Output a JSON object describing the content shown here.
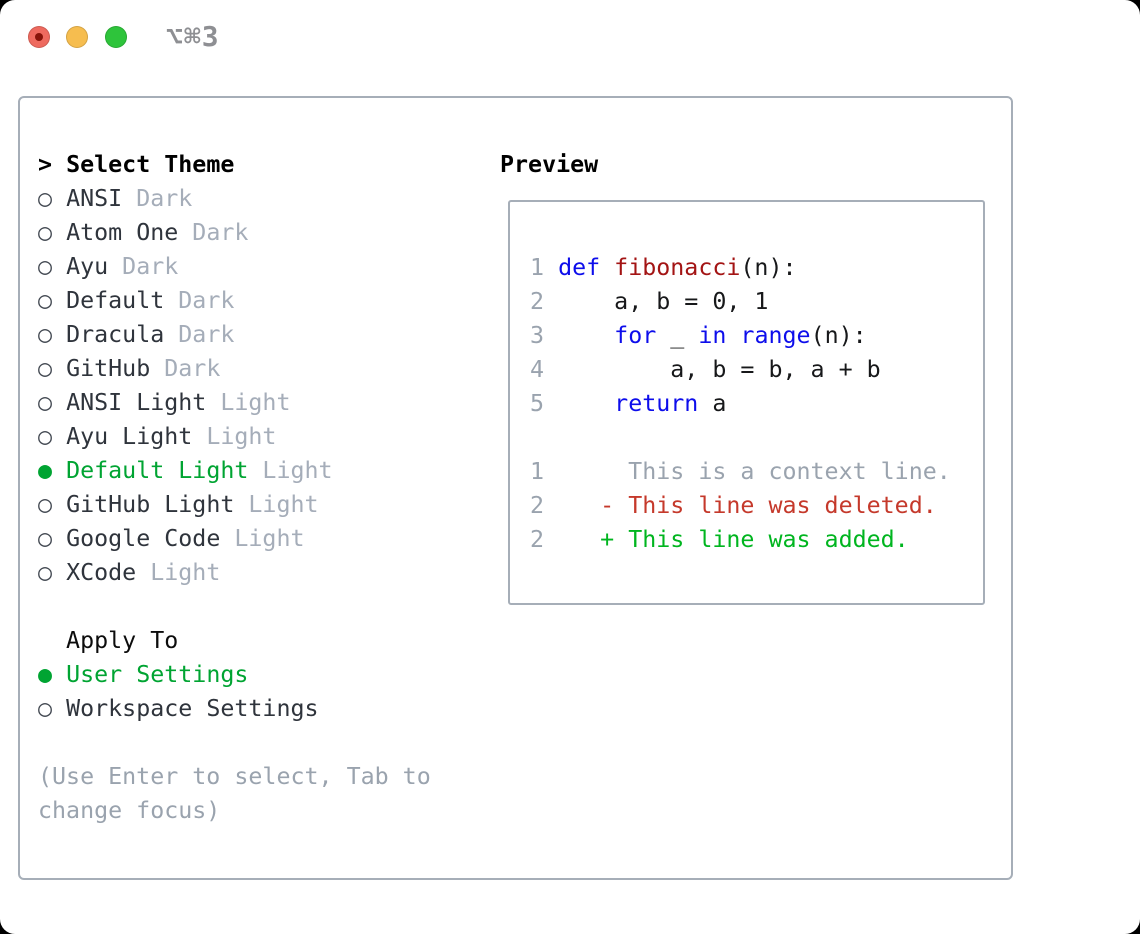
{
  "window": {
    "title": "⌥⌘3",
    "traffic_lights": {
      "close_color": "#ee6a5f",
      "close_dot_color": "#87140a",
      "minimize_color": "#f6bd4f",
      "zoom_color": "#2ec43b"
    }
  },
  "icons": {
    "cursor": ">",
    "radio_unselected": "○",
    "radio_selected": "●"
  },
  "theme_selector": {
    "header_label": "Select Theme",
    "items": [
      {
        "name": "ANSI",
        "tag": "Dark",
        "selected": false
      },
      {
        "name": "Atom One",
        "tag": "Dark",
        "selected": false
      },
      {
        "name": "Ayu",
        "tag": "Dark",
        "selected": false
      },
      {
        "name": "Default",
        "tag": "Dark",
        "selected": false
      },
      {
        "name": "Dracula",
        "tag": "Dark",
        "selected": false
      },
      {
        "name": "GitHub",
        "tag": "Dark",
        "selected": false
      },
      {
        "name": "ANSI Light",
        "tag": "Light",
        "selected": false
      },
      {
        "name": "Ayu Light",
        "tag": "Light",
        "selected": false
      },
      {
        "name": "Default Light",
        "tag": "Light",
        "selected": true
      },
      {
        "name": "GitHub Light",
        "tag": "Light",
        "selected": false
      },
      {
        "name": "Google Code",
        "tag": "Light",
        "selected": false
      },
      {
        "name": "XCode",
        "tag": "Light",
        "selected": false
      }
    ]
  },
  "apply_to": {
    "header_label": "Apply To",
    "options": [
      {
        "name": "User Settings",
        "selected": true
      },
      {
        "name": "Workspace Settings",
        "selected": false
      }
    ]
  },
  "hint": {
    "line1": "(Use Enter to select, Tab to",
    "line2": "change focus)"
  },
  "preview": {
    "title": "Preview",
    "lines": [
      {
        "segs": [
          [
            "num",
            "1 "
          ],
          [
            "kw",
            "def"
          ],
          [
            "pl",
            " "
          ],
          [
            "fn",
            "fibonacci"
          ],
          [
            "pl",
            "(n):"
          ]
        ]
      },
      {
        "segs": [
          [
            "num",
            "2 "
          ],
          [
            "pl",
            "    a, b = 0, 1"
          ]
        ]
      },
      {
        "segs": [
          [
            "num",
            "3 "
          ],
          [
            "pl",
            "    "
          ],
          [
            "kw",
            "for"
          ],
          [
            "pl",
            " _ "
          ],
          [
            "kw",
            "in"
          ],
          [
            "pl",
            " "
          ],
          [
            "kw",
            "range"
          ],
          [
            "pl",
            "(n):"
          ]
        ]
      },
      {
        "segs": [
          [
            "num",
            "4 "
          ],
          [
            "pl",
            "        a, b = b, a + b"
          ]
        ]
      },
      {
        "segs": [
          [
            "num",
            "5 "
          ],
          [
            "pl",
            "    "
          ],
          [
            "kw",
            "return"
          ],
          [
            "pl",
            " a"
          ]
        ]
      },
      {
        "segs": []
      },
      {
        "segs": [
          [
            "num",
            "1"
          ],
          [
            "ctx",
            "      This is a context line."
          ]
        ]
      },
      {
        "segs": [
          [
            "num",
            "2"
          ],
          [
            "pl",
            "    "
          ],
          [
            "del",
            "- This line was deleted."
          ]
        ]
      },
      {
        "segs": [
          [
            "num",
            "2"
          ],
          [
            "pl",
            "    "
          ],
          [
            "add",
            "+ This line was added."
          ]
        ]
      }
    ]
  },
  "colors": {
    "selection_green": "#00a432",
    "added_green": "#00b51f",
    "deleted_red": "#c5392b",
    "keyword_blue": "#0d0deb",
    "function_red": "#a31414",
    "muted_gray": "#9aa3ae",
    "panel_border": "#a6aeb8"
  }
}
